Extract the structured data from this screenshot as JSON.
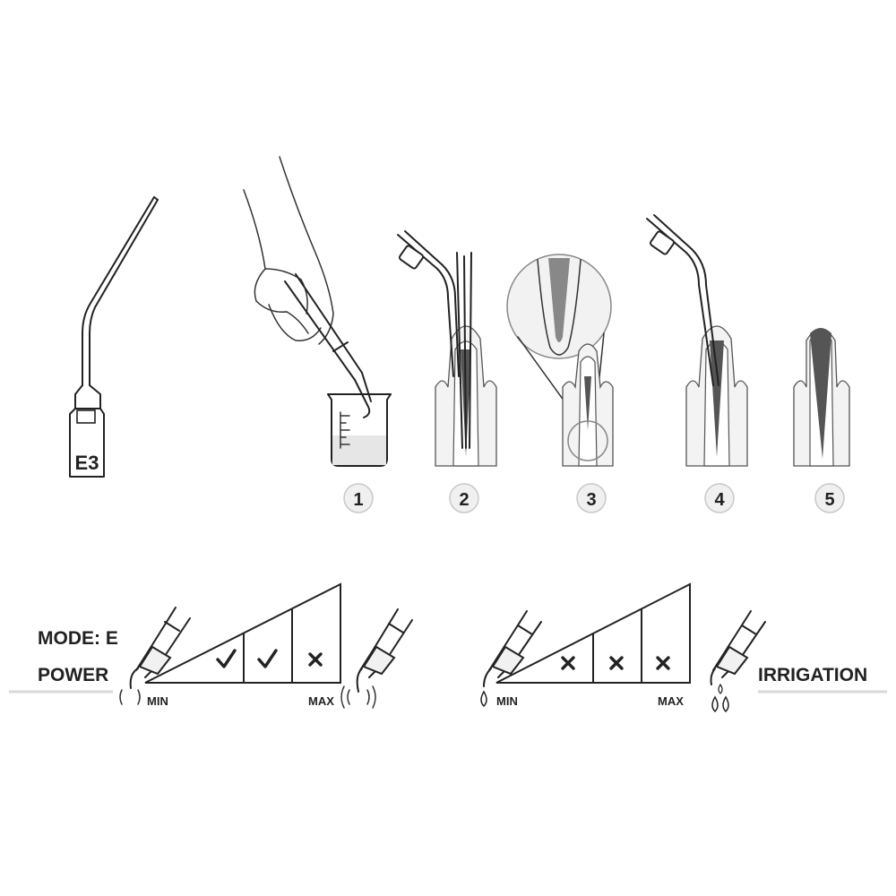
{
  "tip": {
    "label": "E3"
  },
  "steps": [
    {
      "number": "1"
    },
    {
      "number": "2"
    },
    {
      "number": "3"
    },
    {
      "number": "4"
    },
    {
      "number": "5"
    }
  ],
  "power_panel": {
    "mode_label": "MODE: E",
    "power_label": "POWER",
    "min_label": "MIN",
    "max_label": "MAX",
    "levels": [
      "check",
      "check",
      "cross"
    ]
  },
  "irrigation_panel": {
    "irrigation_label": "IRRIGATION",
    "min_label": "MIN",
    "max_label": "MAX",
    "levels": [
      "cross",
      "cross",
      "cross"
    ]
  },
  "colors": {
    "ink": "#222222",
    "gray_fill": "#555555",
    "light_gray": "#e6e6e6",
    "badge_fill": "#f0f0f0"
  }
}
